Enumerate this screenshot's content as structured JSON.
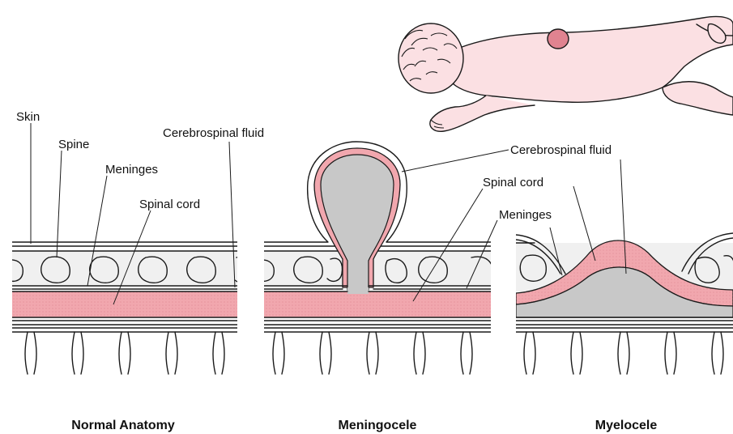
{
  "colors": {
    "cord": "#f1a7ae",
    "cord_dark": "#d66a77",
    "csf": "#c8c8c8",
    "skin_band": "#f0f0f0",
    "infant_skin": "#fbe0e3",
    "outline": "#1a1a1a"
  },
  "icons": [
    "infant-illustration",
    "vertebra-shape",
    "nerve-root-shape"
  ],
  "panels": [
    {
      "caption": "Normal Anatomy",
      "labels": {
        "skin": "Skin",
        "spine": "Spine",
        "meninges": "Meninges",
        "spinal_cord": "Spinal cord",
        "csf": "Cerebrospinal fluid"
      }
    },
    {
      "caption": "Meningocele",
      "labels": {
        "csf": "Cerebrospinal fluid",
        "spinal_cord": "Spinal cord",
        "meninges": "Meninges"
      }
    },
    {
      "caption": "Myelocele",
      "labels": {}
    }
  ]
}
